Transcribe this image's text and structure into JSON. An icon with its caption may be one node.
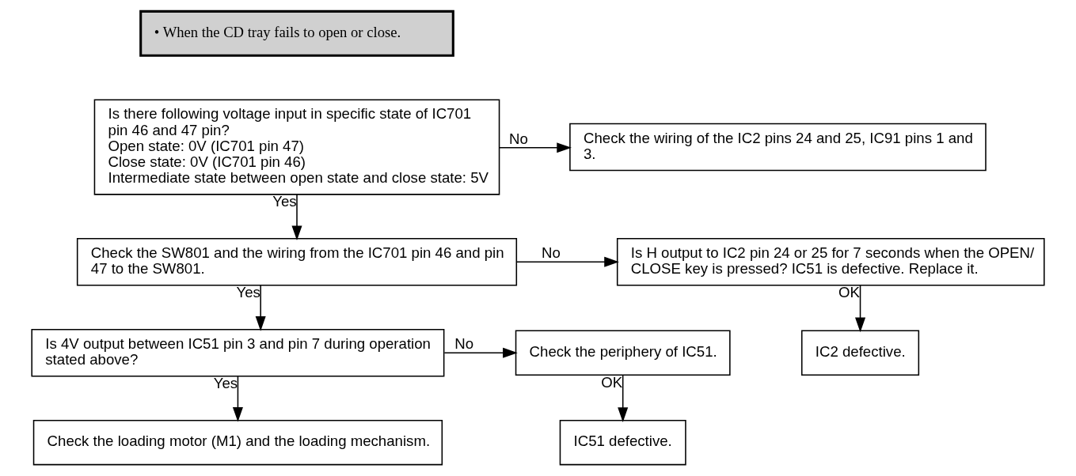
{
  "diagram": {
    "nodes": [
      {
        "text": [
          "• When the CD tray fails to open or close."
        ]
      },
      {
        "text": [
          "Is there following voltage input in specific state of IC701 pin 46 and 47 pin?",
          "Open state: 0V (IC701 pin 47)",
          "Close state: 0V (IC701 pin 46)",
          "Intermediate state between open state and close state: 5V"
        ]
      },
      {
        "text": [
          "Check the wiring of the IC2 pins 24 and 25, IC91 pins 1 and 3."
        ]
      },
      {
        "text": [
          "Check the SW801 and the wiring from the IC701 pin 46 and pin 47 to the SW801."
        ]
      },
      {
        "text": [
          "Is H output to IC2 pin 24 or 25 for 7 seconds when the OPEN/ CLOSE key is pressed? IC51 is defective. Replace it."
        ]
      },
      {
        "text": [
          "IC2 defective."
        ]
      },
      {
        "text": [
          "Is 4V output between IC51 pin 3 and pin 7 during operation stated above?"
        ]
      },
      {
        "text": [
          "Check the periphery of IC51."
        ]
      },
      {
        "text": [
          "Check the loading motor (M1) and the loading mechanism."
        ]
      },
      {
        "text": [
          "IC51 defective."
        ]
      }
    ],
    "edges": [
      {
        "from": 1,
        "to": 2,
        "arrow": "to",
        "label": "No"
      },
      {
        "from": 1,
        "to": 3,
        "arrow": "to",
        "label": "Yes"
      },
      {
        "from": 3,
        "to": 4,
        "arrow": "to",
        "label": "No"
      },
      {
        "from": 4,
        "to": 5,
        "arrow": "to",
        "label": "OK"
      },
      {
        "from": 3,
        "to": 6,
        "arrow": "to",
        "label": "Yes"
      },
      {
        "from": 6,
        "to": 7,
        "arrow": "to",
        "label": "No"
      },
      {
        "from": 7,
        "to": 9,
        "arrow": "to",
        "label": "OK"
      },
      {
        "from": 6,
        "to": 8,
        "arrow": "to",
        "label": "Yes"
      }
    ]
  }
}
